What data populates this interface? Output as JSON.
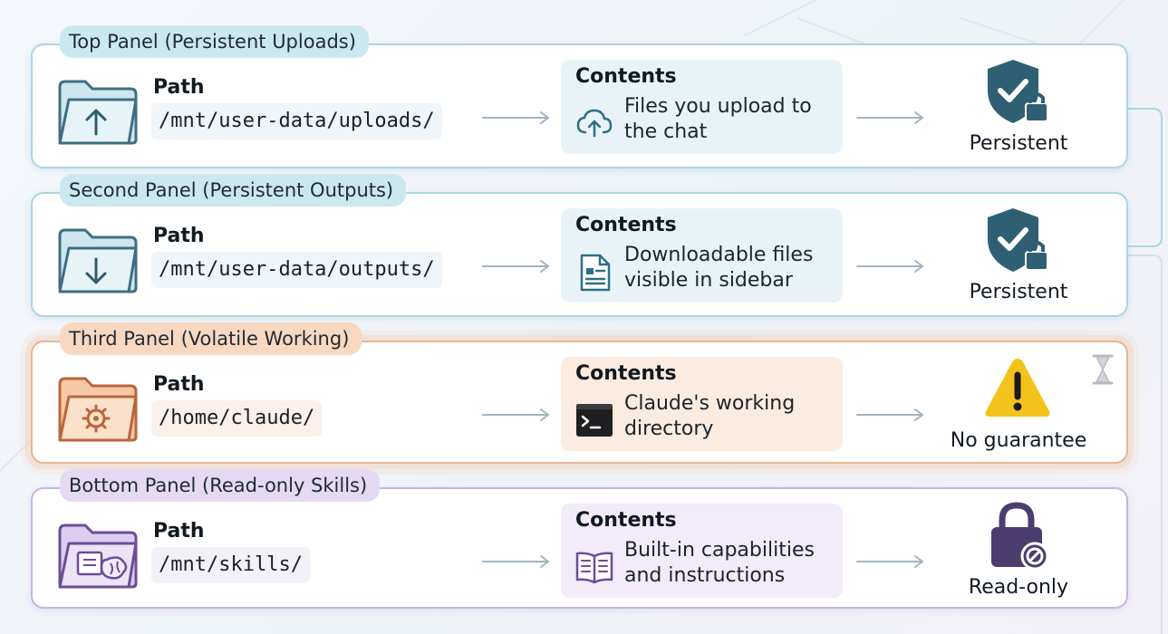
{
  "panels": [
    {
      "id": "uploads",
      "theme": "blue",
      "tag": "Top Panel (Persistent Uploads)",
      "path_label": "Path",
      "path": "/mnt/user-data/uploads/",
      "folder_icon": "folder-upload-icon",
      "contents_title": "Contents",
      "contents_icon": "cloud-upload-icon",
      "contents_line1": "Files you upload to",
      "contents_line2": "the chat",
      "status_icon": "shield-check-lock-icon",
      "status": "Persistent"
    },
    {
      "id": "outputs",
      "theme": "blue",
      "tag": "Second Panel (Persistent Outputs)",
      "path_label": "Path",
      "path": "/mnt/user-data/outputs/",
      "folder_icon": "folder-download-icon",
      "contents_title": "Contents",
      "contents_icon": "document-icon",
      "contents_line1": "Downloadable files",
      "contents_line2": "visible in sidebar",
      "status_icon": "shield-check-lock-icon",
      "status": "Persistent"
    },
    {
      "id": "working",
      "theme": "orange",
      "tag": "Third Panel (Volatile Working)",
      "path_label": "Path",
      "path": "/home/claude/",
      "folder_icon": "folder-gear-icon",
      "contents_title": "Contents",
      "contents_icon": "terminal-icon",
      "contents_line1": "Claude's working",
      "contents_line2": "directory",
      "status_icon": "warning-triangle-icon",
      "extra_icon": "hourglass-icon",
      "status": "No guarantee"
    },
    {
      "id": "skills",
      "theme": "purple",
      "tag": "Bottom Panel (Read-only Skills)",
      "path_label": "Path",
      "path": "/mnt/skills/",
      "folder_icon": "folder-book-brain-icon",
      "contents_title": "Contents",
      "contents_icon": "open-book-icon",
      "contents_line1": "Built-in capabilities",
      "contents_line2": "and instructions",
      "status_icon": "lock-blocked-icon",
      "status": "Read-only"
    }
  ],
  "colors": {
    "blue_accent": "#2f6f86",
    "orange_accent": "#c86d3f",
    "purple_accent": "#6d4d96",
    "shield": "#2f5f72",
    "warning": "#f4c21c",
    "lock": "#4b3d6d"
  }
}
